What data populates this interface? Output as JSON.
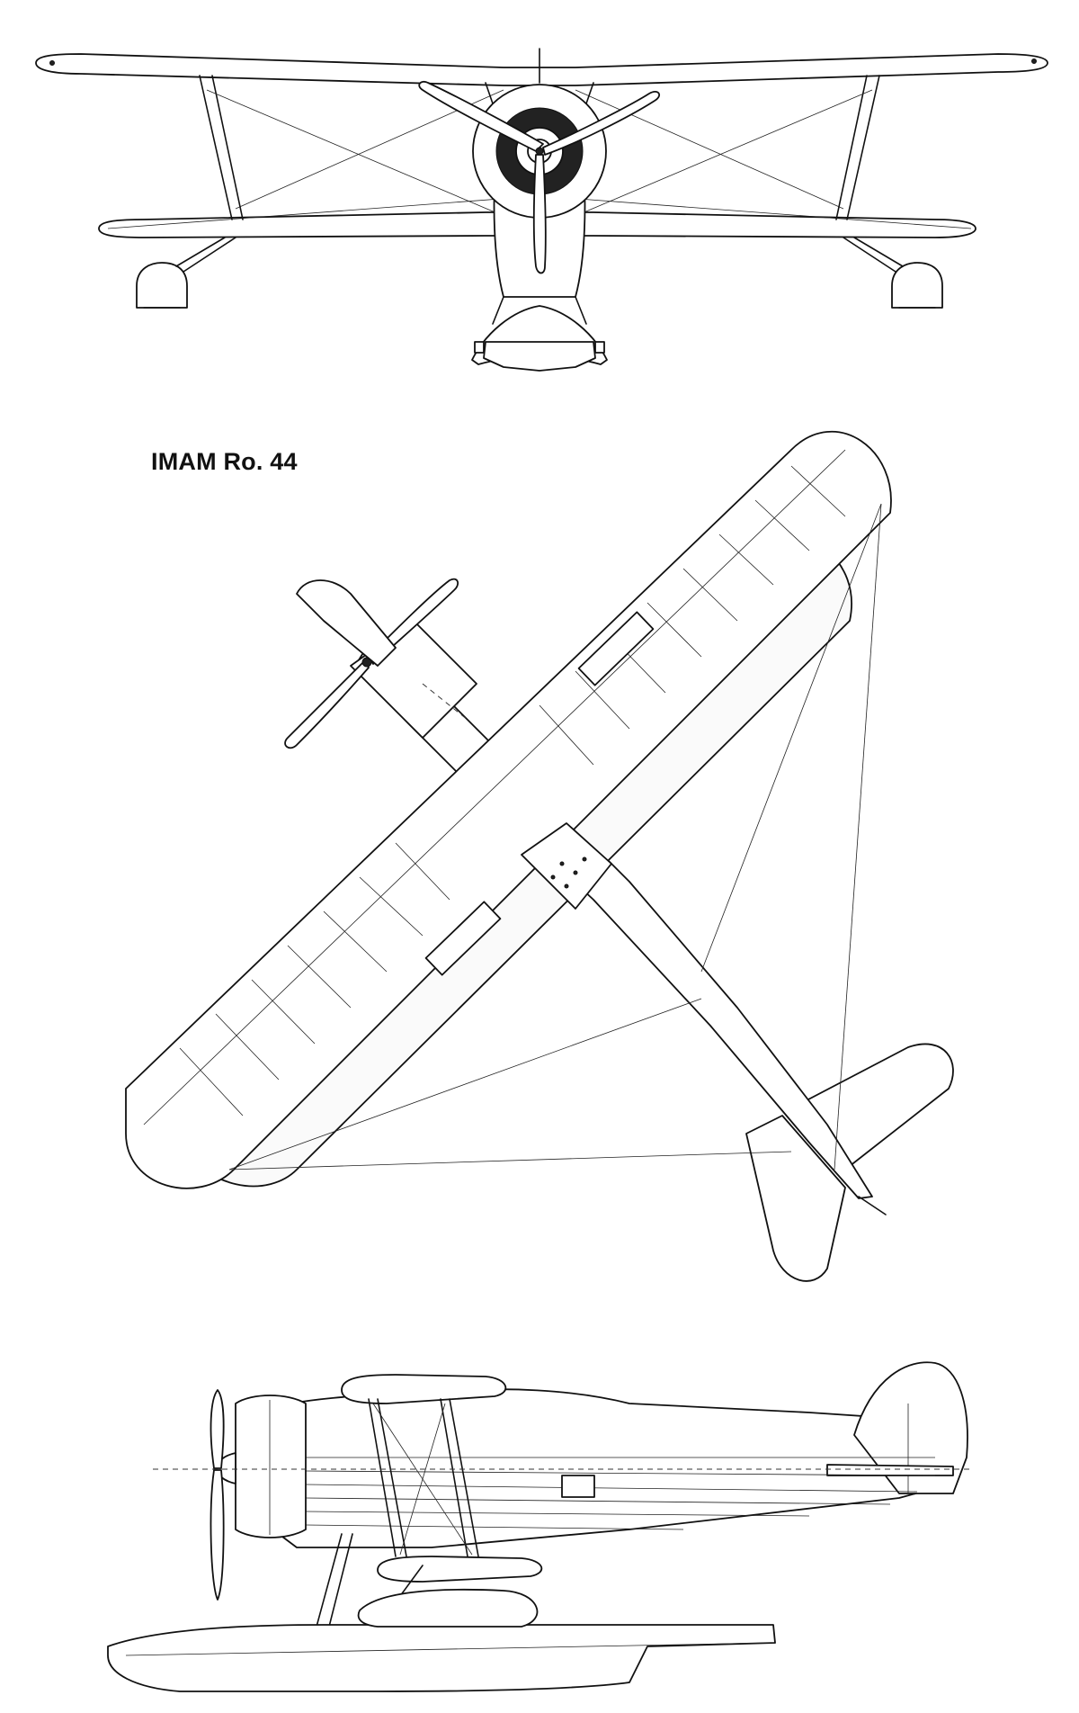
{
  "drawing": {
    "title": "IMAM Ro. 44",
    "views": [
      {
        "name": "front-view"
      },
      {
        "name": "top-view"
      },
      {
        "name": "side-view"
      }
    ]
  },
  "colors": {
    "ink": "#111111",
    "paper": "#ffffff"
  }
}
